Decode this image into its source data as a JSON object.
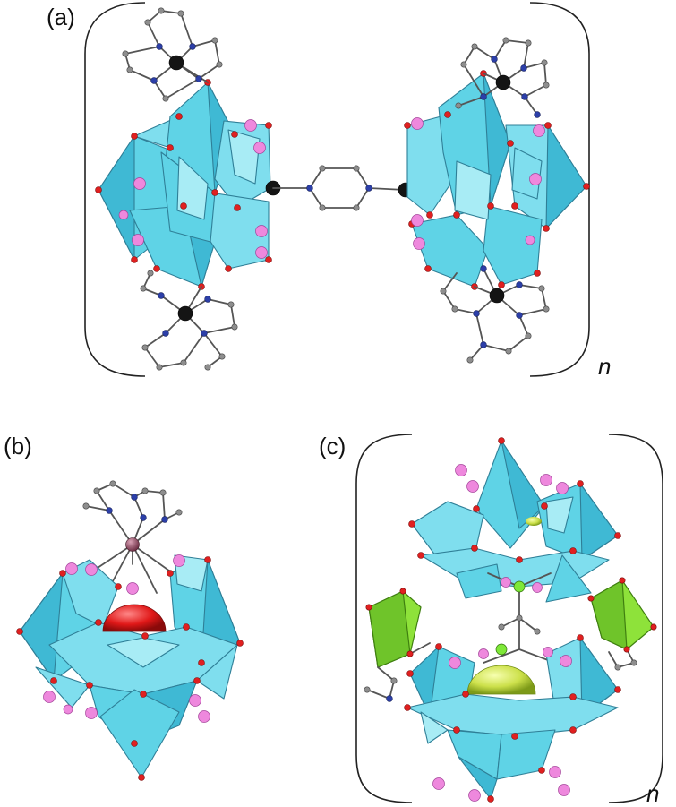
{
  "panels": {
    "a": {
      "label": "(a)",
      "n": "n"
    },
    "b": {
      "label": "(b)"
    },
    "c": {
      "label": "(c)",
      "n": "n"
    }
  },
  "colors": {
    "polyhedra": "#5fd3e6",
    "bridging_atoms": "#ee88dd",
    "oxygen": "#e02020",
    "metal_centers": "#141414",
    "nitrogen": "#2c3fa8",
    "carbon": "#8e8e8e",
    "central_sphere_b": "#e02020",
    "central_sphere_c": "#d6e85a",
    "green_polyhedra": "#8ee23a"
  }
}
